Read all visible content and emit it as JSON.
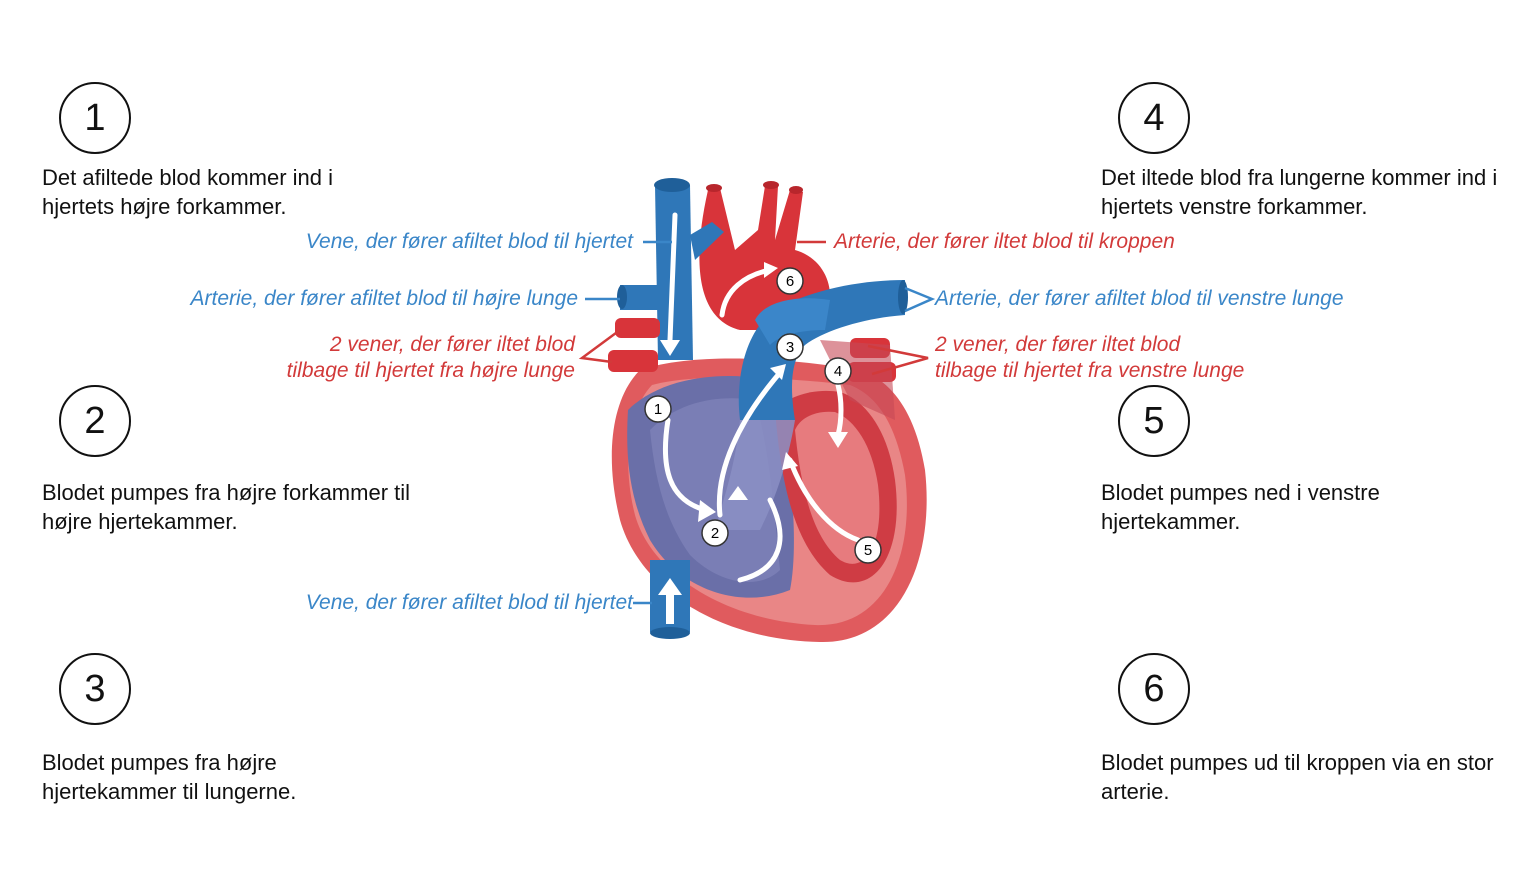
{
  "steps": [
    {
      "num": "1",
      "text": "Det afiltede blod kommer ind i hjertets højre forkammer."
    },
    {
      "num": "2",
      "text": "Blodet pumpes fra højre forkammer til højre hjertekammer."
    },
    {
      "num": "3",
      "text": "Blodet pumpes fra højre hjertekammer til lungerne."
    },
    {
      "num": "4",
      "text": "Det iltede blod fra lungerne kommer ind i hjertets venstre forkammer."
    },
    {
      "num": "5",
      "text": "Blodet pumpes ned i venstre hjertekammer."
    },
    {
      "num": "6",
      "text": "Blodet pumpes ud til kroppen via en stor arterie."
    }
  ],
  "labels": {
    "vein_top": "Vene, der fører afiltet blod til hjertet",
    "artery_body": "Arterie, der fører iltet blod til kroppen",
    "artery_right_lung": "Arterie, der fører afiltet blod til højre lunge",
    "artery_left_lung": "Arterie, der fører afiltet blod til venstre lunge",
    "veins_right_lung_1": "2 vener, der fører iltet blod",
    "veins_right_lung_2": "tilbage til hjertet fra højre lunge",
    "veins_left_lung_1": "2 vener, der fører iltet blod",
    "veins_left_lung_2": "tilbage til hjertet fra venstre lunge",
    "vein_bottom": "Vene, der fører afiltet blod til hjertet"
  },
  "heart_markers": [
    "1",
    "2",
    "3",
    "4",
    "5",
    "6"
  ],
  "colors": {
    "blue_label": "#3a86c8",
    "red_label": "#d23a3a",
    "vessel_blue": "#2f77b8",
    "vessel_red": "#d8343a",
    "heart_muscle": "#e57373",
    "right_side_blood": "#6a6fa8"
  }
}
